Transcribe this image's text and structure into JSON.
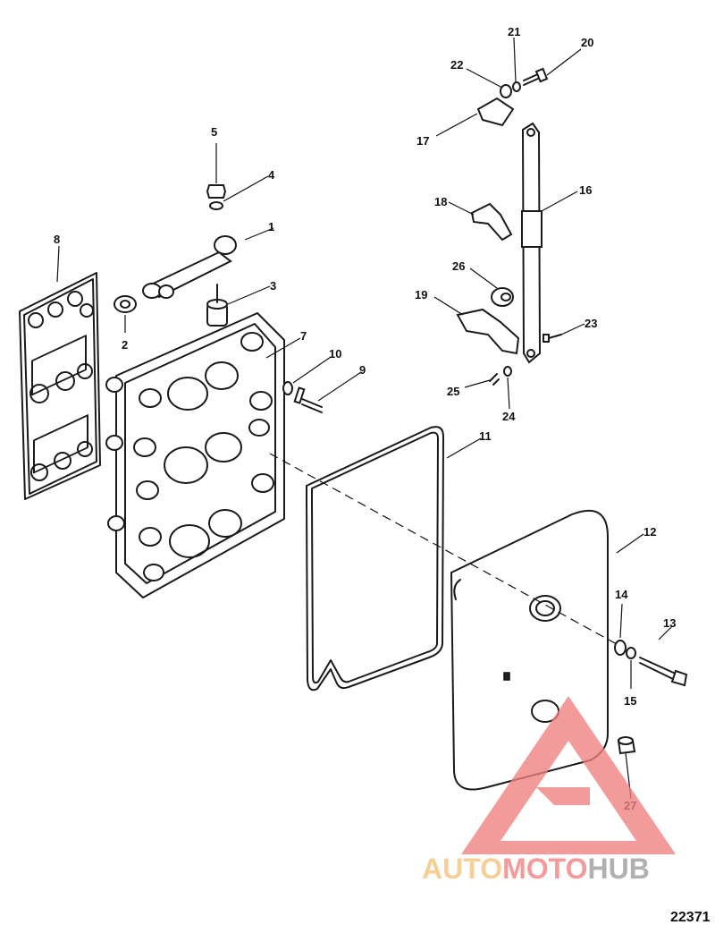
{
  "figure_number": "22371",
  "watermark": {
    "part1": "AUTO",
    "part2": "MOTO",
    "part3": "HUB",
    "accent_color": "#f08080",
    "color_light": "#f4c27a",
    "color_gray": "#9a9a9a"
  },
  "callouts": [
    "1",
    "2",
    "3",
    "4",
    "5",
    "7",
    "8",
    "9",
    "10",
    "11",
    "12",
    "13",
    "14",
    "15",
    "16",
    "17",
    "18",
    "19",
    "20",
    "21",
    "22",
    "23",
    "24",
    "25",
    "26",
    "27"
  ]
}
